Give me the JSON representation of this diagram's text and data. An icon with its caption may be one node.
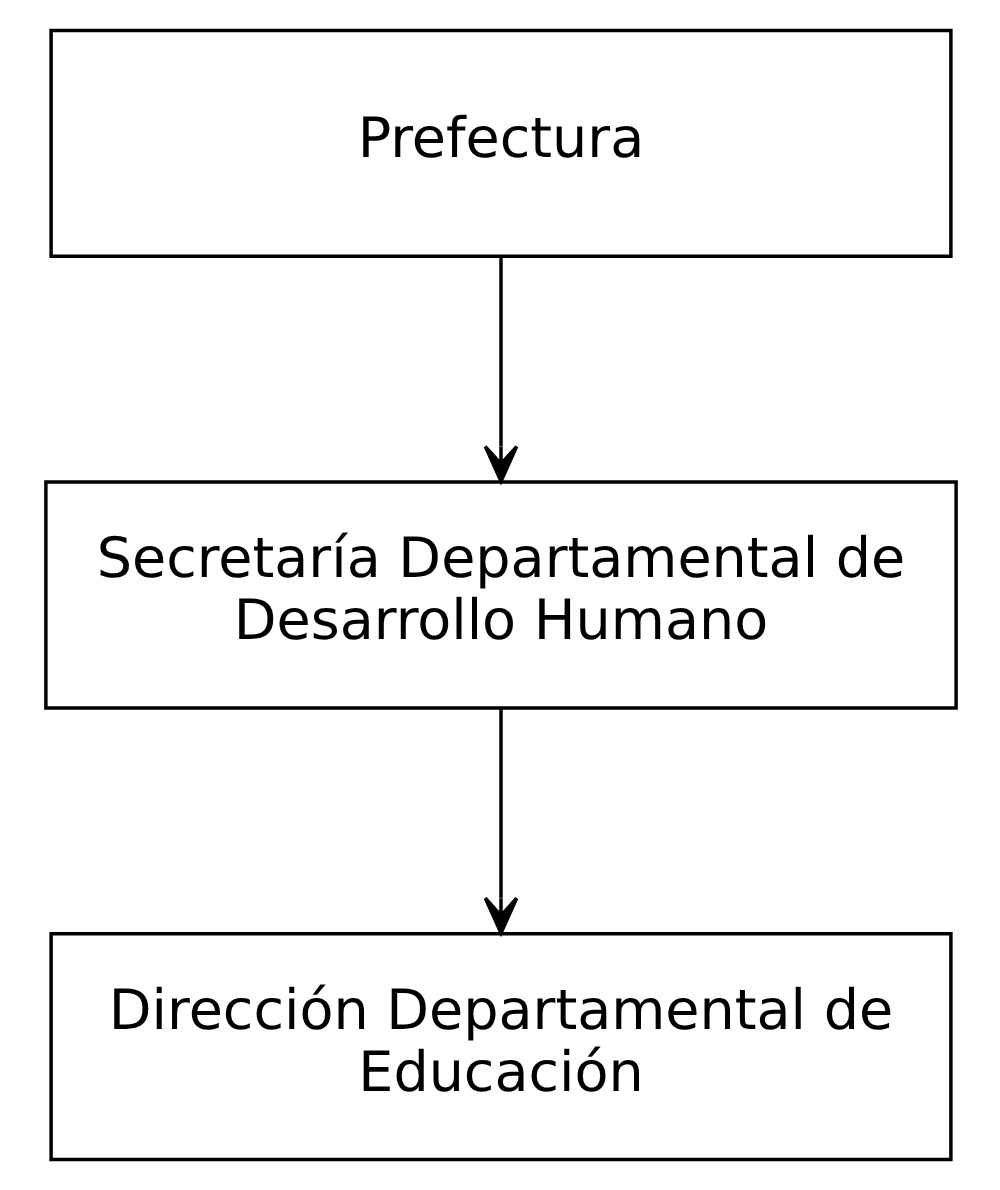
{
  "diagram": {
    "nodes": [
      {
        "text": [
          "Prefectura"
        ]
      },
      {
        "text": [
          "Secretaría Departamental de Desarrollo Humano"
        ]
      },
      {
        "text": [
          "Dirección Departamental de Educación"
        ]
      }
    ],
    "edges": [
      {
        "from": 0,
        "to": 1,
        "arrow": "to"
      },
      {
        "from": 1,
        "to": 2,
        "arrow": "to"
      }
    ]
  }
}
